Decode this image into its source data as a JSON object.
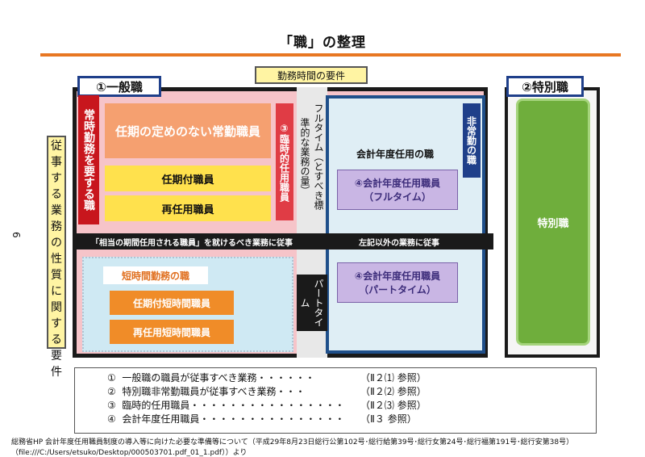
{
  "title": "「職」の整理",
  "page_number": "6",
  "general": {
    "label": "①一般職",
    "permanent_label": "常時勤務を要する職",
    "regular": "任期の定めのない常勤職員",
    "fixed_term": "任期付職員",
    "reappointed": "再任用職員",
    "temporary": "③臨時的任用職員",
    "shorttime_heading": "短時間勤務の職",
    "fixed_short": "任期付短時間職員",
    "reapp_short": "再任用短時間職員"
  },
  "work_hours_label": "勤務時間の要件",
  "fulltime_label": "フルタイム（とすべき標準的な業務の量）",
  "parttime_label": "パートタイム",
  "non_regular_label": "非常勤の職",
  "fiscal": {
    "heading": "会計年度任用の職",
    "full_line1": "④会計年度任用職員",
    "full_line2": "（フルタイム）",
    "part_line1": "④会計年度任用職員",
    "part_line2": "（パートタイム）"
  },
  "divider": {
    "left": "「相当の期間任用される職員」を就けるべき業務に従事",
    "right": "左記以外の業務に従事"
  },
  "special": {
    "label": "②特別職",
    "box": "特別職"
  },
  "nature_label": [
    "従",
    "事",
    "す",
    "る",
    "業",
    "務",
    "の",
    "性",
    "質",
    "に",
    "関",
    "す",
    "る",
    "要",
    "件"
  ],
  "legend": [
    {
      "left": "①  一般職の職員が従事すべき業務・・・・・・",
      "right": "（Ⅱ２⑴  参照）"
    },
    {
      "left": "②  特別職非常勤職員が従事すべき業務・・・",
      "right": "（Ⅱ２⑵  参照）"
    },
    {
      "left": "③  臨時的任用職員・・・・・・・・・・・・・・・・",
      "right": "（Ⅱ２⑶  参照）"
    },
    {
      "left": "④  会計年度任用職員・・・・・・・・・・・・・・・",
      "right": "（Ⅱ３  参照）"
    }
  ],
  "footer": {
    "line1": "総務省HP  会計年度任用職員制度の導入等に向けた必要な準備等について（平成29年8月23日総行公第102号･総行給第39号･総行女第24号･総行福第191号･総行安第38号）",
    "line2": "（file:///C:/Users/etsuko/Desktop/000503701.pdf_01_1.pdf））より"
  }
}
